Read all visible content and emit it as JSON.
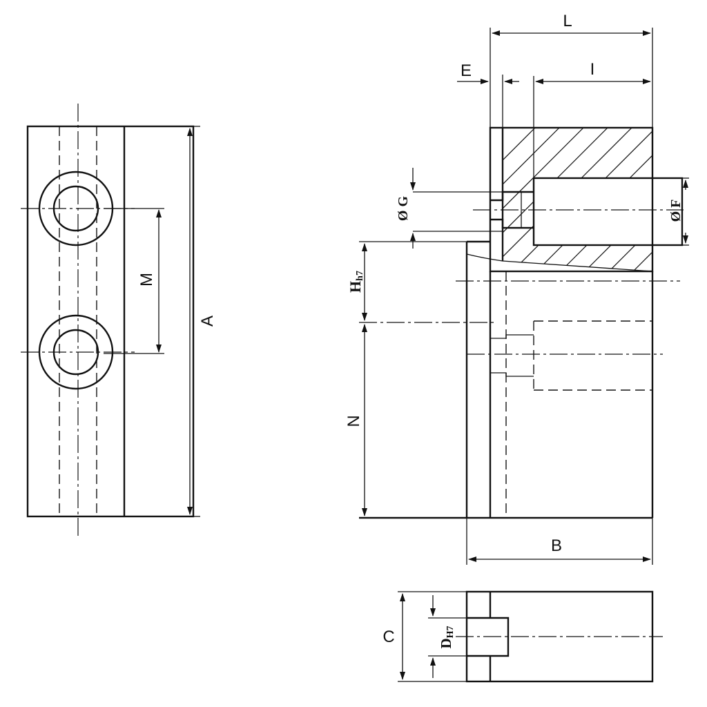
{
  "labels": {
    "A": "A",
    "M": "M",
    "L": "L",
    "E": "E",
    "I": "I",
    "G": "Ø G",
    "F": "Ø F",
    "H_main": "H",
    "H_sub": "h7",
    "N": "N",
    "B": "B",
    "C": "C",
    "D_main": "D",
    "D_sub": "H7"
  }
}
